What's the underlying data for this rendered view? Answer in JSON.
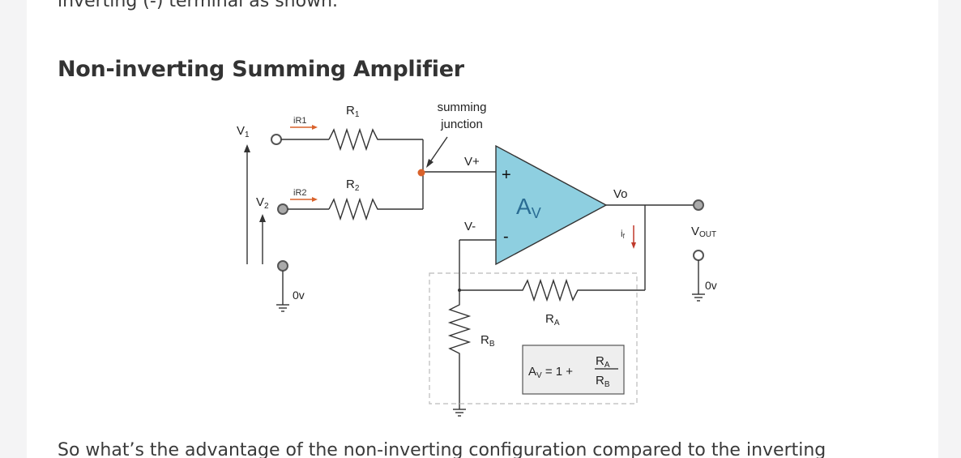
{
  "article": {
    "top_text": "inverting (-) terminal as shown.",
    "heading": "Non-inverting Summing Amplifier",
    "bottom_text": "So what’s the advantage of the non-inverting configuration compared to the inverting"
  },
  "diagram": {
    "v1": "V",
    "v1_sub": "1",
    "v2": "V",
    "v2_sub": "2",
    "ir1": "iR1",
    "ir2": "iR2",
    "r1": "R",
    "r1_sub": "1",
    "r2": "R",
    "r2_sub": "2",
    "summing_line1": "summing",
    "summing_line2": "junction",
    "vplus": "V+",
    "vminus": "V-",
    "plus_sign": "+",
    "minus_sign": "-",
    "av": "A",
    "av_sub": "V",
    "vo": "Vo",
    "if": "i",
    "if_sub": "f",
    "vout": "V",
    "vout_sub": "OUT",
    "ov_left": "0v",
    "ov_right": "0v",
    "ra": "R",
    "ra_sub": "A",
    "rb": "R",
    "rb_sub": "B",
    "formula_lhs": "A",
    "formula_lhs_sub": "V",
    "formula_mid": " = 1 + ",
    "formula_num": "R",
    "formula_num_sub": "A",
    "formula_den": "R",
    "formula_den_sub": "B"
  },
  "colors": {
    "opamp_fill": "#8ecfe0",
    "junction_dot": "#d9622b",
    "current_arrow": "#d9622b",
    "if_arrow": "#c0392b"
  }
}
